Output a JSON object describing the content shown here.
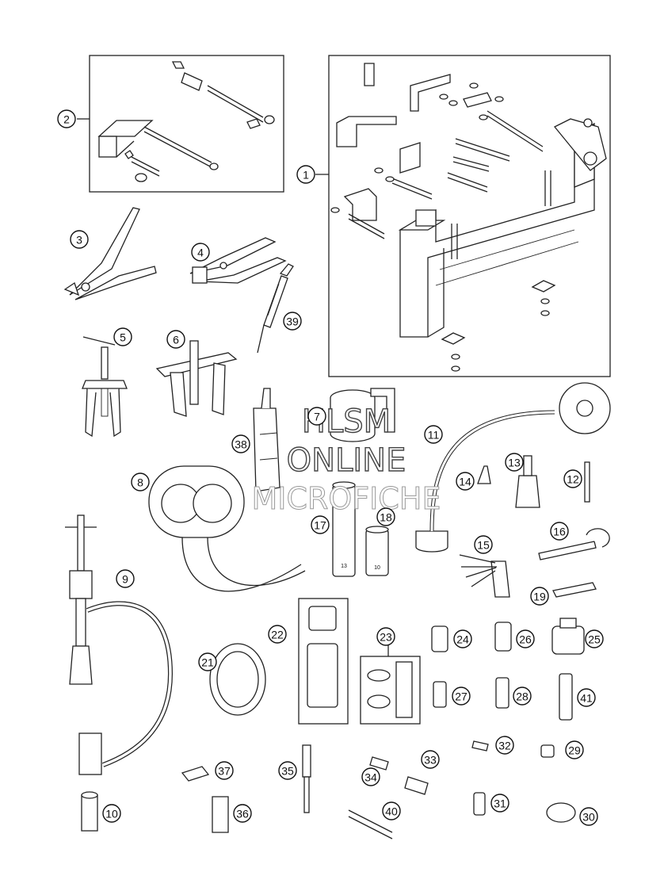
{
  "watermark": {
    "line1": "HLSM",
    "line2": "ONLINE",
    "line3": "MICROFICHE"
  },
  "callouts": [
    {
      "id": "1",
      "label": "1"
    },
    {
      "id": "2",
      "label": "2"
    },
    {
      "id": "3",
      "label": "3"
    },
    {
      "id": "4",
      "label": "4"
    },
    {
      "id": "5",
      "label": "5"
    },
    {
      "id": "6",
      "label": "6"
    },
    {
      "id": "7",
      "label": "7"
    },
    {
      "id": "8",
      "label": "8"
    },
    {
      "id": "9",
      "label": "9"
    },
    {
      "id": "10",
      "label": "10"
    },
    {
      "id": "11",
      "label": "11"
    },
    {
      "id": "12",
      "label": "12"
    },
    {
      "id": "13",
      "label": "13"
    },
    {
      "id": "14",
      "label": "14"
    },
    {
      "id": "15",
      "label": "15"
    },
    {
      "id": "16",
      "label": "16"
    },
    {
      "id": "17",
      "label": "17"
    },
    {
      "id": "18",
      "label": "18"
    },
    {
      "id": "19",
      "label": "19"
    },
    {
      "id": "21",
      "label": "21"
    },
    {
      "id": "22",
      "label": "22"
    },
    {
      "id": "23",
      "label": "23"
    },
    {
      "id": "24",
      "label": "24"
    },
    {
      "id": "25",
      "label": "25"
    },
    {
      "id": "26",
      "label": "26"
    },
    {
      "id": "27",
      "label": "27"
    },
    {
      "id": "28",
      "label": "28"
    },
    {
      "id": "29",
      "label": "29"
    },
    {
      "id": "30",
      "label": "30"
    },
    {
      "id": "31",
      "label": "31"
    },
    {
      "id": "32",
      "label": "32"
    },
    {
      "id": "33",
      "label": "33"
    },
    {
      "id": "34",
      "label": "34"
    },
    {
      "id": "35",
      "label": "35"
    },
    {
      "id": "36",
      "label": "36"
    },
    {
      "id": "37",
      "label": "37"
    },
    {
      "id": "38",
      "label": "38"
    },
    {
      "id": "39",
      "label": "39"
    },
    {
      "id": "40",
      "label": "40"
    },
    {
      "id": "41",
      "label": "41"
    }
  ],
  "part_markings": {
    "socket_17": "13",
    "socket_18": "10"
  }
}
